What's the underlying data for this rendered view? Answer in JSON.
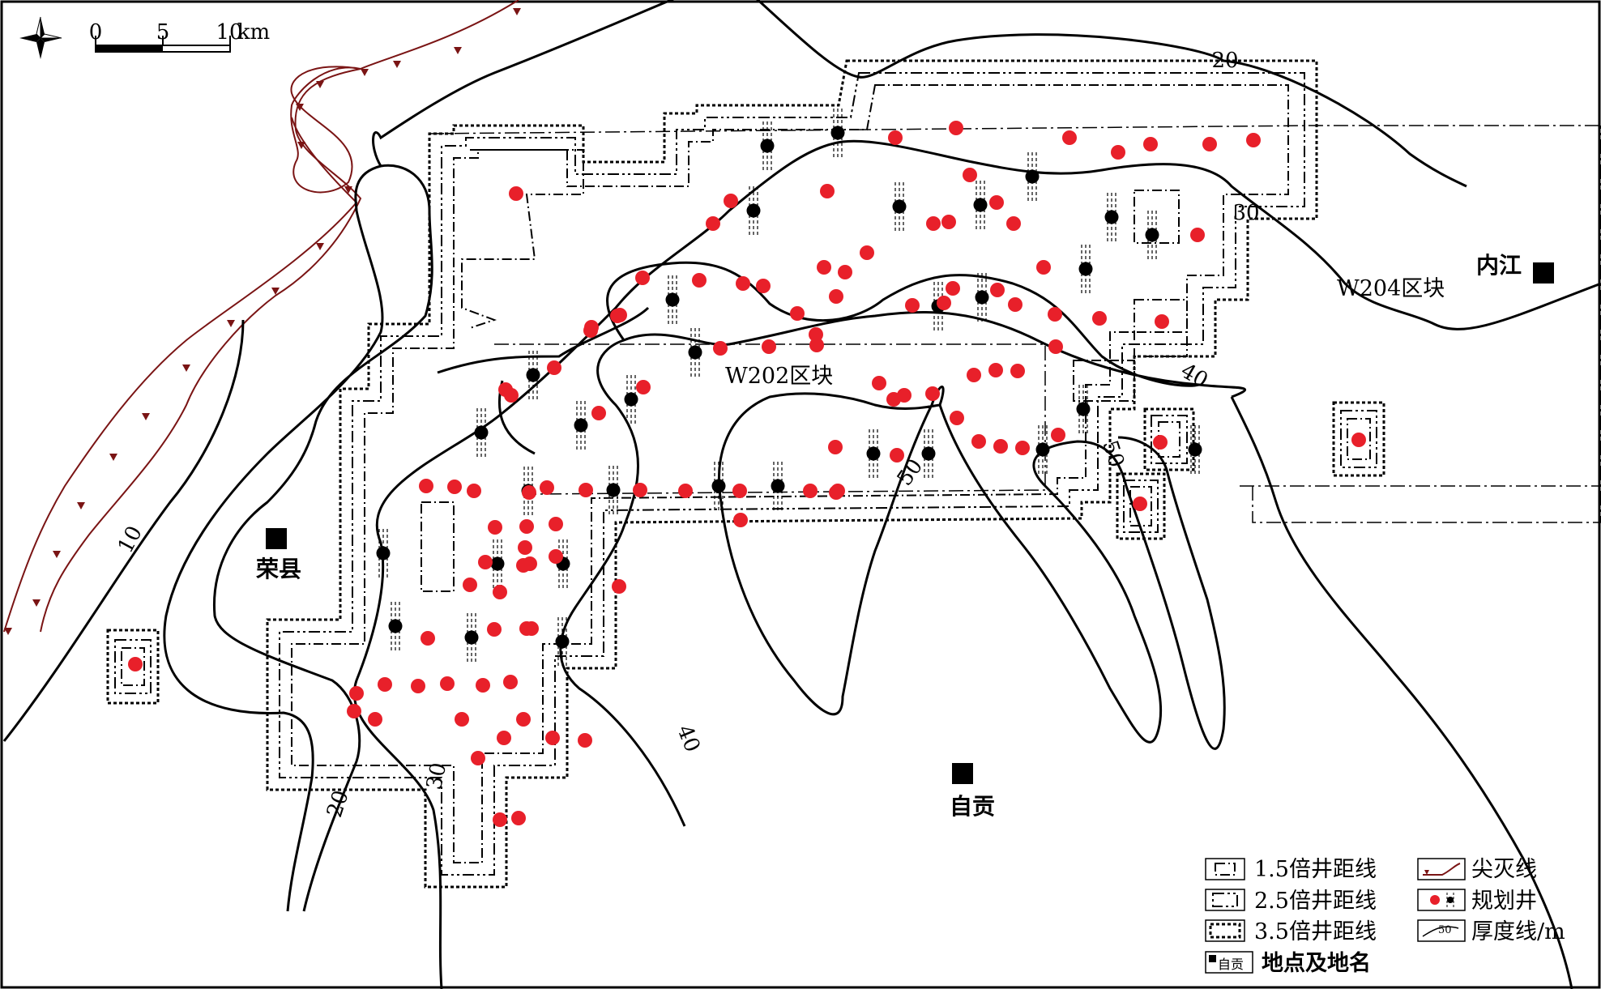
{
  "scale_bar": {
    "ticks": [
      "0",
      "5",
      "10"
    ],
    "unit": "km"
  },
  "contour_labels": [
    "10",
    "20",
    "20",
    "30",
    "30",
    "40",
    "40",
    "50",
    "50"
  ],
  "blocks": [
    "W202区块",
    "W204区块"
  ],
  "places": [
    "荣县",
    "自贡",
    "内江"
  ],
  "legend": {
    "b15": "1.5倍井距线",
    "b25": "2.5倍井距线",
    "b35": "3.5倍井距线",
    "place": "地点及地名",
    "place_sample": "自贡",
    "pinch": "尖灭线",
    "well": "规划井",
    "contour": "厚度线/m",
    "contour_sample": "50"
  },
  "colors": {
    "planned_well": "#e8202a",
    "existing_well": "#000000",
    "pinchout": "#7a1414",
    "contour": "#000000"
  }
}
